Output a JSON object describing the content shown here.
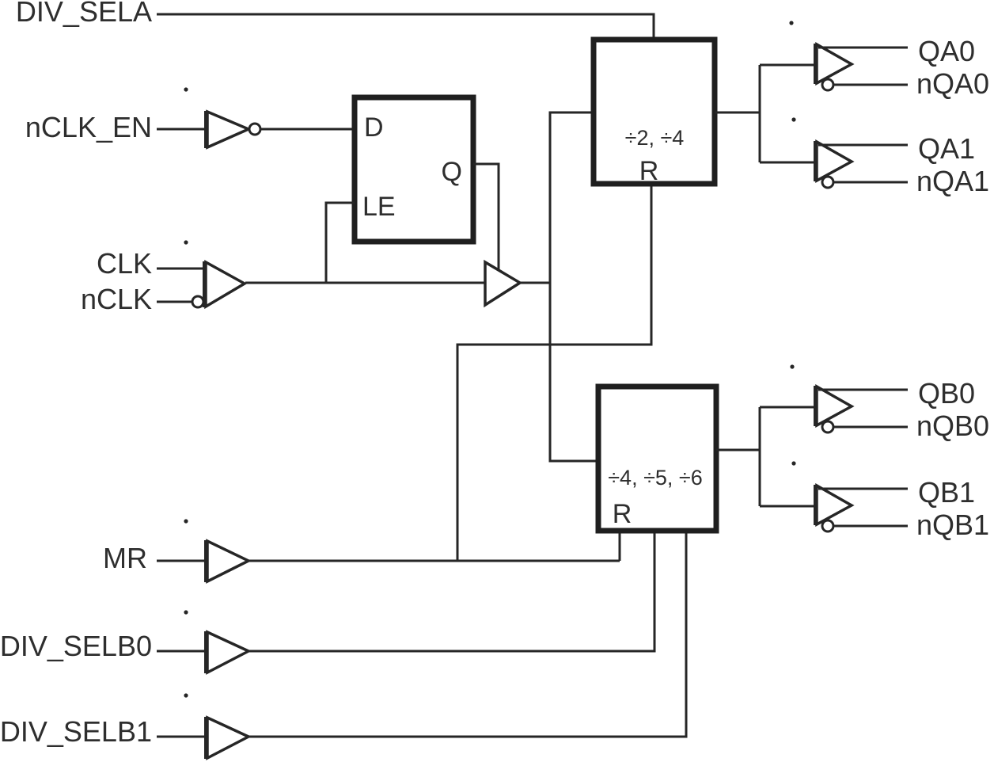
{
  "colors": {
    "ink": "#262626",
    "background": "#ffffff"
  },
  "inputs": {
    "div_sela": "DIV_SELA",
    "nclk_en": "nCLK_EN",
    "clk": "CLK",
    "nclk": "nCLK",
    "mr": "MR",
    "div_selb0": "DIV_SELB0",
    "div_selb1": "DIV_SELB1"
  },
  "latch": {
    "d_pin": "D",
    "q_pin": "Q",
    "le_pin": "LE"
  },
  "dividers": {
    "a": {
      "ratios": "÷2, ÷4",
      "reset_pin": "R"
    },
    "b": {
      "ratios": "÷4, ÷5, ÷6",
      "reset_pin": "R"
    }
  },
  "outputs": {
    "qa0": "QA0",
    "nqa0": "nQA0",
    "qa1": "QA1",
    "nqa1": "nQA1",
    "qb0": "QB0",
    "nqb0": "nQB0",
    "qb1": "QB1",
    "nqb1": "nQB1"
  }
}
